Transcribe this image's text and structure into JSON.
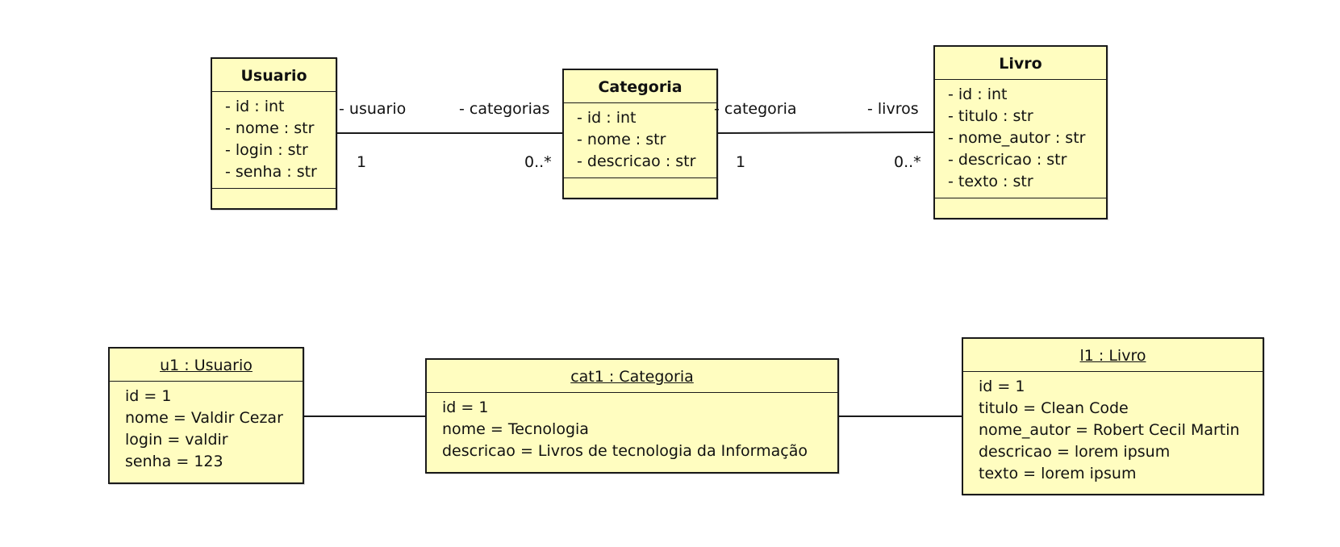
{
  "classes": {
    "usuario": {
      "name": "Usuario",
      "attrs": [
        "- id : int",
        "- nome : str",
        "- login : str",
        "- senha : str"
      ]
    },
    "categoria": {
      "name": "Categoria",
      "attrs": [
        "- id : int",
        "- nome : str",
        "- descricao : str"
      ]
    },
    "livro": {
      "name": "Livro",
      "attrs": [
        "- id : int",
        "- titulo : str",
        "- nome_autor : str",
        "- descricao : str",
        "- texto : str"
      ]
    }
  },
  "associations": {
    "usuario_categoria": {
      "left_role": "- usuario",
      "right_role": "- categorias",
      "left_mult": "1",
      "right_mult": "0..*"
    },
    "categoria_livro": {
      "left_role": "- categoria",
      "right_role": "- livros",
      "left_mult": "1",
      "right_mult": "0..*"
    }
  },
  "objects": {
    "u1": {
      "name": "u1 : Usuario",
      "attrs": [
        "id = 1",
        "nome = Valdir Cezar",
        "login = valdir",
        "senha = 123"
      ]
    },
    "cat1": {
      "name": "cat1 : Categoria",
      "attrs": [
        "id = 1",
        "nome = Tecnologia",
        "descricao = Livros de tecnologia da Informação"
      ]
    },
    "l1": {
      "name": "l1 : Livro",
      "attrs": [
        "id = 1",
        "titulo = Clean Code",
        "nome_autor = Robert Cecil Martin",
        "descricao = lorem ipsum",
        "texto = lorem ipsum"
      ]
    }
  }
}
